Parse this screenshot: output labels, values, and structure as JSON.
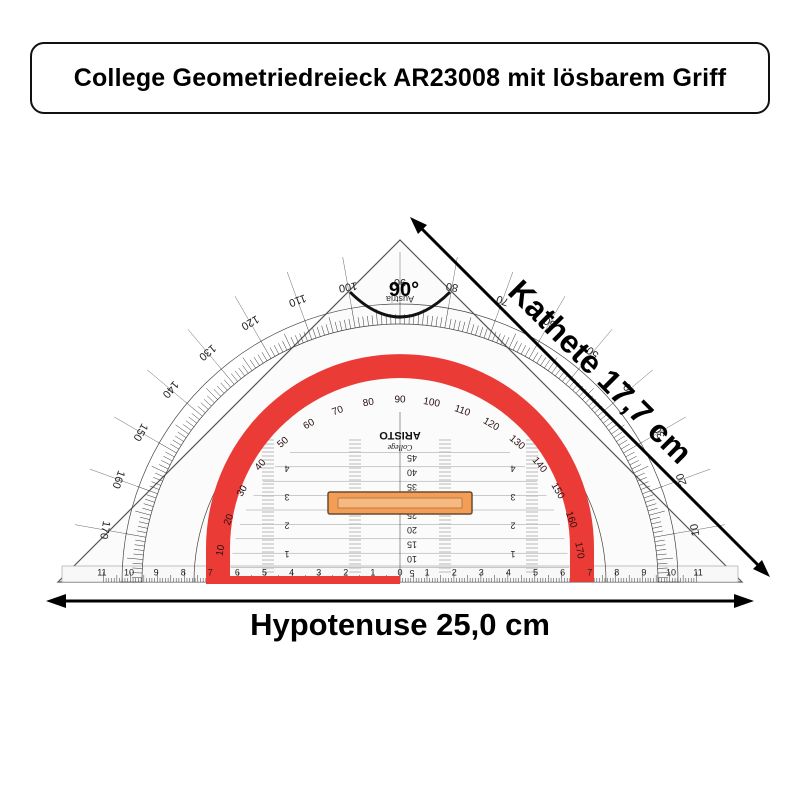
{
  "title": "College Geometriedreieck AR23008 mit lösbarem Griff",
  "angle_label": "90°",
  "kathete_label": "Kathete 17,7 cm",
  "hypotenuse_label": "Hypotenuse 25,0 cm",
  "brand": "ARISTO",
  "model": "College",
  "origin_text": "Austria",
  "outer_angles_left": [
    "170",
    "160",
    "150",
    "140",
    "130",
    "120",
    "110",
    "100"
  ],
  "outer_angles_right": [
    "10",
    "20",
    "30",
    "40",
    "50",
    "60",
    "70",
    "80"
  ],
  "outer_angle_top": "90",
  "inner_angles": [
    "10",
    "20",
    "30",
    "40",
    "50",
    "60",
    "70",
    "80",
    "90",
    "100",
    "110",
    "120",
    "130",
    "140",
    "150",
    "160",
    "170"
  ],
  "center_scale": [
    "5",
    "10",
    "15",
    "20",
    "25",
    "30",
    "35",
    "40",
    "45"
  ],
  "side_scale": [
    "1",
    "2",
    "3",
    "4"
  ],
  "ruler_labels": [
    "11",
    "10",
    "9",
    "8",
    "7",
    "6",
    "5",
    "4",
    "3",
    "2",
    "1",
    "0",
    "1",
    "2",
    "3",
    "4",
    "5",
    "6",
    "7",
    "8",
    "9",
    "10",
    "11"
  ],
  "colors": {
    "accent_red": "#ea3b36",
    "handle_orange": "#f49e55",
    "line": "#222222"
  }
}
